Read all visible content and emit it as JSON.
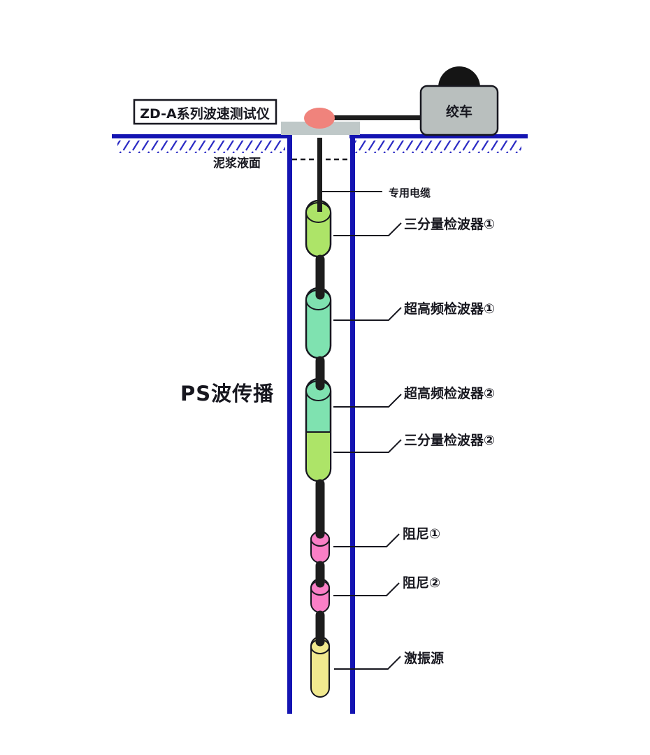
{
  "labels": {
    "instrument": "ZD-A系列波速测试仪",
    "winch": "绞车",
    "mud_level": "泥浆液面",
    "cable": "专用电缆",
    "sensor_3c_1": "三分量检波器①",
    "sensor_uhf_1": "超高频检波器①",
    "sensor_uhf_2": "超高频检波器②",
    "sensor_3c_2": "三分量检波器②",
    "damper_1": "阻尼①",
    "damper_2": "阻尼②",
    "source": "激振源",
    "ps_wave": "PS波传播"
  },
  "colors": {
    "blue": "#1414B2",
    "hatch_blue": "#2B2BC4",
    "cable_black": "#1d1d1d",
    "green": "#ADE468",
    "mint": "#7FE2B0",
    "pink": "#F97FC6",
    "yellow": "#F1E98F",
    "salmon": "#F0837C",
    "plate_gray": "#BFC8C8",
    "winch_gray": "#B9BFBE"
  }
}
